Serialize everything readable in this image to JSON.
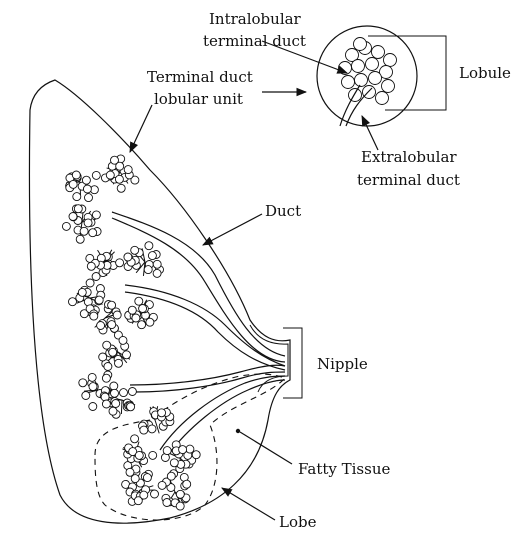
{
  "labels": {
    "intralobular_1": "Intralobular",
    "intralobular_2": "terminal duct",
    "tdlu_1": "Terminal duct",
    "tdlu_2": "lobular unit",
    "lobule": "Lobule",
    "extralobular_1": "Extralobular",
    "extralobular_2": "terminal duct",
    "duct": "Duct",
    "nipple": "Nipple",
    "fatty_tissue": "Fatty Tissue",
    "lobe": "Lobe"
  },
  "icons": {
    "arrowhead": "arrowhead-icon",
    "alveolus": "alveolus-circle"
  }
}
